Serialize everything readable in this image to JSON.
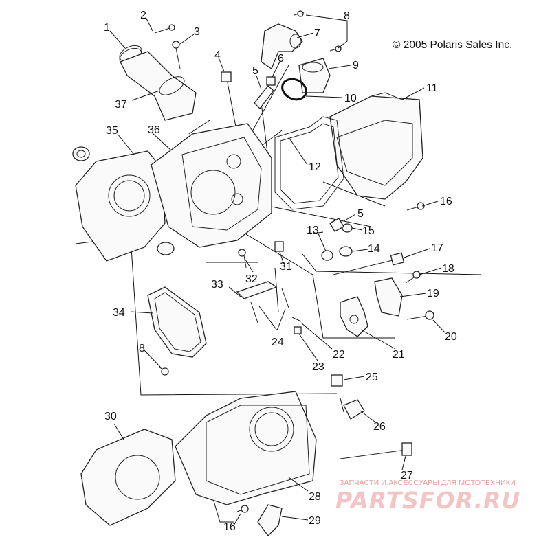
{
  "copyright": "© 2005 Polaris Sales Inc.",
  "watermark": {
    "subtitle": "ЗАПЧАСТИ И АКСЕССУАРЫ ДЛЯ МОТОТЕХНИКИ",
    "brand": "PARTSFOR.RU"
  },
  "callouts": [
    {
      "id": "c1",
      "text": "1"
    },
    {
      "id": "c2",
      "text": "2"
    },
    {
      "id": "c3",
      "text": "3"
    },
    {
      "id": "c4",
      "text": "4"
    },
    {
      "id": "c5a",
      "text": "5"
    },
    {
      "id": "c6",
      "text": "6"
    },
    {
      "id": "c7",
      "text": "7"
    },
    {
      "id": "c8a",
      "text": "8"
    },
    {
      "id": "c9",
      "text": "9"
    },
    {
      "id": "c10",
      "text": "10"
    },
    {
      "id": "c11",
      "text": "11"
    },
    {
      "id": "c12",
      "text": "12"
    },
    {
      "id": "c13",
      "text": "13"
    },
    {
      "id": "c14",
      "text": "14"
    },
    {
      "id": "c15",
      "text": "15"
    },
    {
      "id": "c16a",
      "text": "16"
    },
    {
      "id": "c17",
      "text": "17"
    },
    {
      "id": "c18",
      "text": "18"
    },
    {
      "id": "c19",
      "text": "19"
    },
    {
      "id": "c20",
      "text": "20"
    },
    {
      "id": "c21",
      "text": "21"
    },
    {
      "id": "c22",
      "text": "22"
    },
    {
      "id": "c23",
      "text": "23"
    },
    {
      "id": "c24",
      "text": "24"
    },
    {
      "id": "c25",
      "text": "25"
    },
    {
      "id": "c26",
      "text": "26"
    },
    {
      "id": "c27",
      "text": "27"
    },
    {
      "id": "c28",
      "text": "28"
    },
    {
      "id": "c29",
      "text": "29"
    },
    {
      "id": "c30",
      "text": "30"
    },
    {
      "id": "c31",
      "text": "31"
    },
    {
      "id": "c32",
      "text": "32"
    },
    {
      "id": "c33",
      "text": "33"
    },
    {
      "id": "c34",
      "text": "34"
    },
    {
      "id": "c35",
      "text": "35"
    },
    {
      "id": "c36",
      "text": "36"
    },
    {
      "id": "c37",
      "text": "37"
    },
    {
      "id": "c5b",
      "text": "5"
    },
    {
      "id": "c8b",
      "text": "8"
    },
    {
      "id": "c16b",
      "text": "16"
    }
  ]
}
